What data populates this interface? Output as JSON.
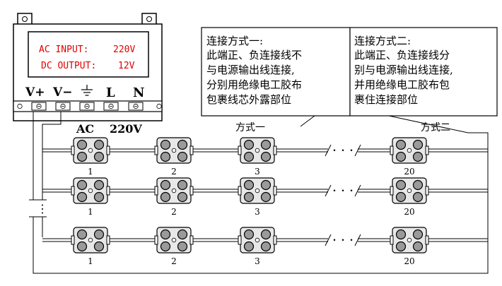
{
  "power_supply": {
    "ac_input_label": "AC INPUT:",
    "ac_input_value": "220V",
    "dc_output_label": "DC OUTPUT:",
    "dc_output_value": "12V",
    "terminal_labels": [
      "V+",
      "V−",
      "⏚",
      "L",
      "N"
    ],
    "ac_label": "AC",
    "voltage_label": "220V",
    "display_text_color": "#e00000"
  },
  "method_one": {
    "title": "连接方式一:",
    "lines": [
      "此端正、负连接线不",
      "与电源输出线连接,",
      "分别用绝缘电工胶布",
      "包裹线芯外露部位"
    ],
    "diagram_label": "方式一"
  },
  "method_two": {
    "title": "连接方式二:",
    "lines": [
      "此端正、负连接线分",
      "别与电源输出线连接,",
      "并用绝缘电工胶布包",
      "裹住连接部位"
    ],
    "diagram_label": "方式二"
  },
  "modules": {
    "numbers": [
      "1",
      "2",
      "3",
      "20"
    ],
    "break_mark": "・・・",
    "row_ellipsis": "⋮"
  },
  "colors": {
    "module_fill": "#e8e8e8",
    "led_fill": "#9a9a9a",
    "ground_ring": "#e8e8e8",
    "line": "#000000"
  }
}
